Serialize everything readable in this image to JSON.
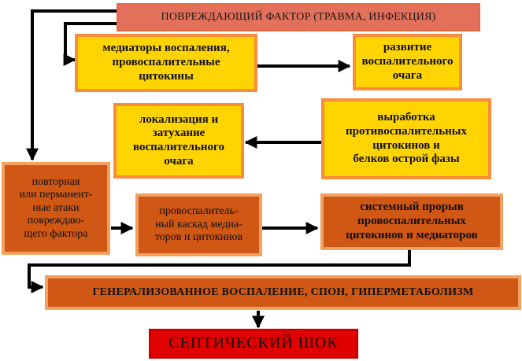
{
  "diagram": {
    "top_factor": "ПОВРЕЖДАЮЩИЙ ФАКТОР (ТРАВМА, ИНФЕКЦИЯ)",
    "mediators": [
      "медиаторы воспаления,",
      "провоспалительные",
      "цитокины"
    ],
    "focus_development": [
      "развитие",
      "воспалительного",
      "очага"
    ],
    "localization": [
      "локализация и",
      "затухание",
      "воспалительного",
      "очага"
    ],
    "anti_inflammatory": [
      "выработка",
      "противоспалительных",
      "цитокинов и",
      "белков острой фазы"
    ],
    "repeated_attacks": [
      "повторная",
      "или перманент-",
      "ные атаки",
      "повреждаю-",
      "щего фактора"
    ],
    "cascade": [
      "провоспалитель-",
      "ный каскад медиа-",
      "торов и цитокинов"
    ],
    "systemic_breakthrough": [
      "системный прорыв",
      "провоспалительных",
      "цитокинов и медиаторов"
    ],
    "generalized": "ГЕНЕРАЛИЗОВАННОЕ ВОСПАЛЕНИЕ, СПОН, ГИПЕРМЕТАБОЛИЗМ",
    "septic_shock": "СЕПТИЧЕСКИЙ ШОК"
  },
  "colors": {
    "top_bar": "#e3705a",
    "yellow_box": "#ffd400",
    "yellow_border": "#fa8c3c",
    "rust_box": "#d05714",
    "rust_border": "#f4a060",
    "septic": "#e00000",
    "arrow": "#000000"
  }
}
